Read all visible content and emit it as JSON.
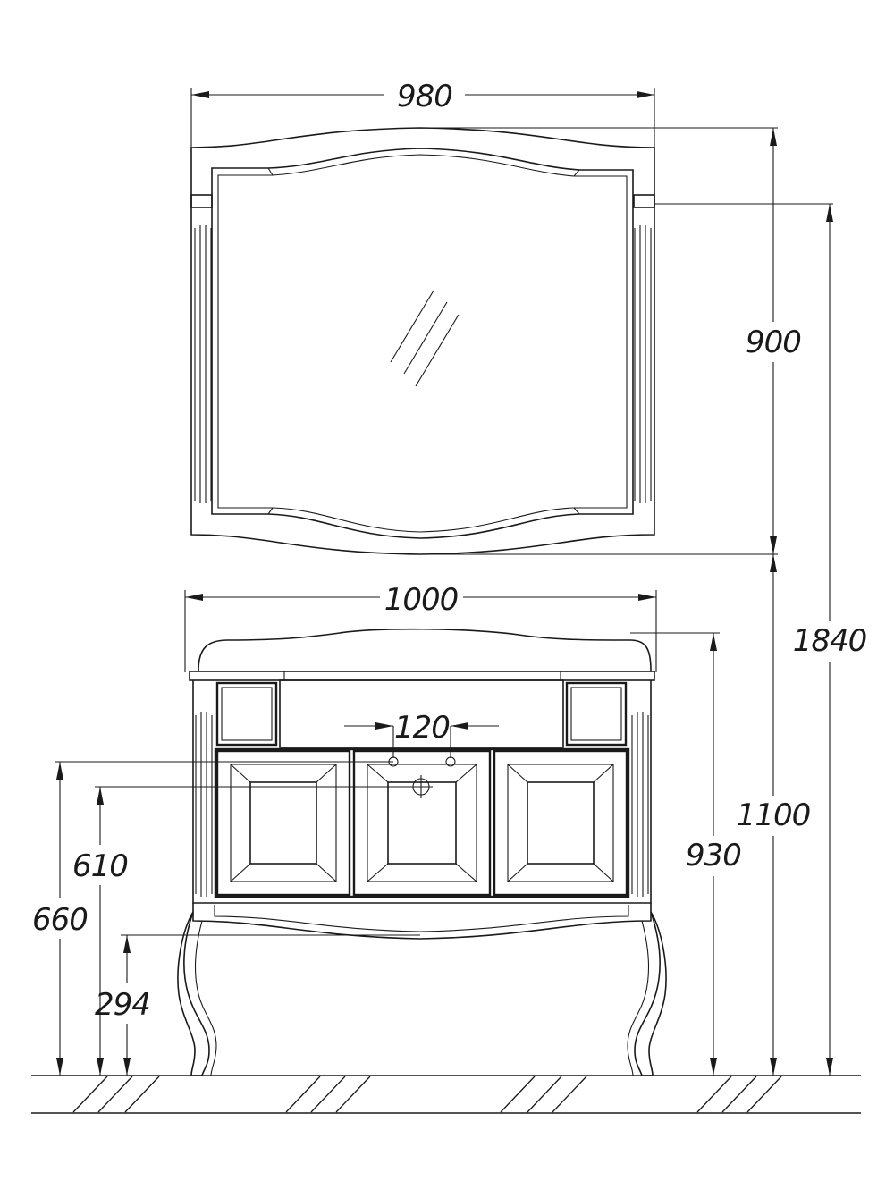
{
  "colors": {
    "line": "#1a1a1a",
    "background": "#ffffff"
  },
  "dimensions": {
    "mirror_width": "980",
    "mirror_height": "900",
    "total_height": "1840",
    "cabinet_width": "1000",
    "tap_spacing": "120",
    "cabinet_height": "930",
    "mirror_bottom_height": "1100",
    "drain_height": "610",
    "inlet_height": "660",
    "floor_clearance": "294"
  },
  "icons": {
    "mirror_glare": "diagonal-hatch-lines",
    "floor": "ground-hatch"
  }
}
